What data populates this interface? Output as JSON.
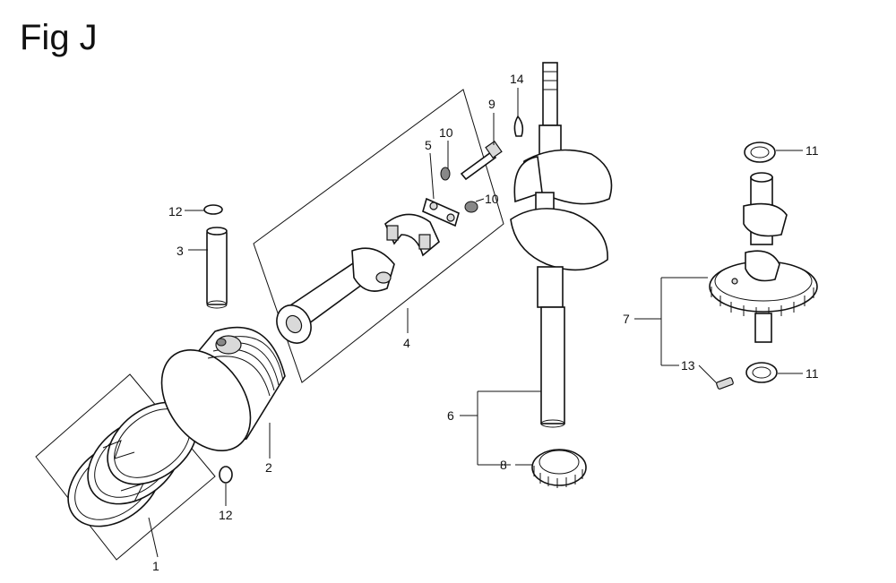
{
  "figure": {
    "title": "Fig J",
    "callouts": [
      {
        "id": "c1",
        "text": "1"
      },
      {
        "id": "c2",
        "text": "2"
      },
      {
        "id": "c3",
        "text": "3"
      },
      {
        "id": "c4",
        "text": "4"
      },
      {
        "id": "c5",
        "text": "5"
      },
      {
        "id": "c6",
        "text": "6"
      },
      {
        "id": "c7",
        "text": "7"
      },
      {
        "id": "c8",
        "text": "8"
      },
      {
        "id": "c9",
        "text": "9"
      },
      {
        "id": "c10a",
        "text": "10"
      },
      {
        "id": "c10b",
        "text": "10"
      },
      {
        "id": "c11a",
        "text": "11"
      },
      {
        "id": "c11b",
        "text": "11"
      },
      {
        "id": "c12a",
        "text": "12"
      },
      {
        "id": "c12b",
        "text": "12"
      },
      {
        "id": "c13",
        "text": "13"
      },
      {
        "id": "c14",
        "text": "14"
      }
    ]
  }
}
